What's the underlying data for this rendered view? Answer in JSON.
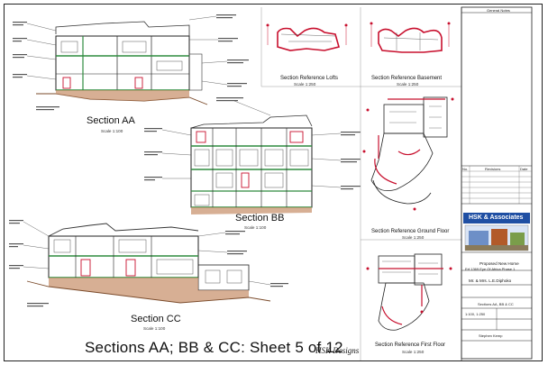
{
  "sheet": {
    "main_title": "Sections AA; BB & CC: Sheet 5 of 12",
    "brand": "HSK Designs"
  },
  "sections": [
    {
      "key": "aa",
      "title": "Section AA",
      "scale": "Scale 1:100"
    },
    {
      "key": "bb",
      "title": "Section BB",
      "scale": "Scale 1:100"
    },
    {
      "key": "cc",
      "title": "Section CC",
      "scale": "Scale 1:100"
    }
  ],
  "references": [
    {
      "key": "lofts",
      "title": "Section Reference Lofts",
      "scale": "Scale 1:250"
    },
    {
      "key": "basement",
      "title": "Section Reference Basement",
      "scale": "Scale 1:250"
    },
    {
      "key": "ground",
      "title": "Section Reference Ground Floor",
      "scale": "Scale 1:250"
    },
    {
      "key": "first",
      "title": "Section Reference First Floor",
      "scale": "Scale 1:250"
    }
  ],
  "title_block": {
    "general_notes": "General Notes",
    "no_label": "No.",
    "revisions_label": "Revisions",
    "date_label": "Date",
    "company": "HSK & Associates",
    "project": "Proposed New Home",
    "erf": "Erf 1369 Eye Of Africa Phase 1",
    "client": "Mr. & Mrs. L.E.Diphoko",
    "drawing": "Sections AA, BB & CC",
    "scale": "1:100, 1:250",
    "drawn_by": "Stephen Kemp"
  },
  "colors": {
    "outline": "#222222",
    "accent_red": "#c8102e",
    "accent_green": "#2e8b3e",
    "ground_brown": "#b07a55",
    "company_blue": "#1f4fa3"
  }
}
